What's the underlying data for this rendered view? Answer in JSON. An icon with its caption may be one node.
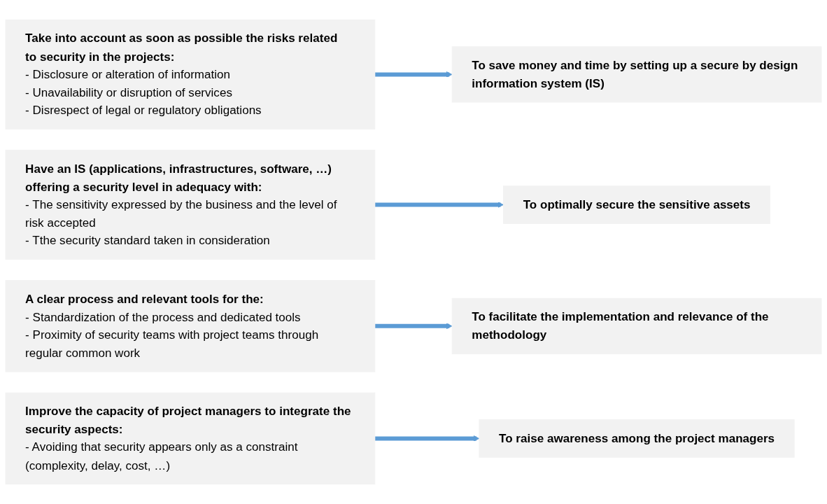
{
  "diagram": {
    "nodes": [
      {
        "text": [
          "Take into account as soon as possible the risks related to security in the projects:",
          "- Disclosure or alteration of information",
          "- Unavailability or disruption of services",
          "- Disrespect of legal or regulatory obligations"
        ]
      },
      {
        "text": [
          "To save money and time by setting up a secure by design information system (IS)"
        ]
      },
      {
        "text": [
          "Have an IS (applications, infrastructures, software, …) offering a security level in adequacy with:",
          "- The sensitivity expressed by the business and the level of risk accepted",
          "- Tthe security standard taken in consideration"
        ]
      },
      {
        "text": [
          "To optimally secure the sensitive assets"
        ]
      },
      {
        "text": [
          "A clear process and relevant tools for the:",
          "- Standardization of the process and dedicated tools",
          "- Proximity of security teams with project teams through regular common work"
        ]
      },
      {
        "text": [
          "To facilitate the implementation and relevance of the methodology"
        ]
      },
      {
        "text": [
          "Improve the capacity of project managers to integrate the security aspects:",
          "- Avoiding that security appears only as a constraint (complexity, delay, cost, …)"
        ]
      },
      {
        "text": [
          "To raise awareness among the project managers"
        ]
      }
    ],
    "edges": [
      {
        "from": 0,
        "to": 1,
        "arrow": "to"
      },
      {
        "from": 2,
        "to": 3,
        "arrow": "to"
      },
      {
        "from": 4,
        "to": 5,
        "arrow": "to"
      },
      {
        "from": 6,
        "to": 7,
        "arrow": "to"
      }
    ]
  }
}
